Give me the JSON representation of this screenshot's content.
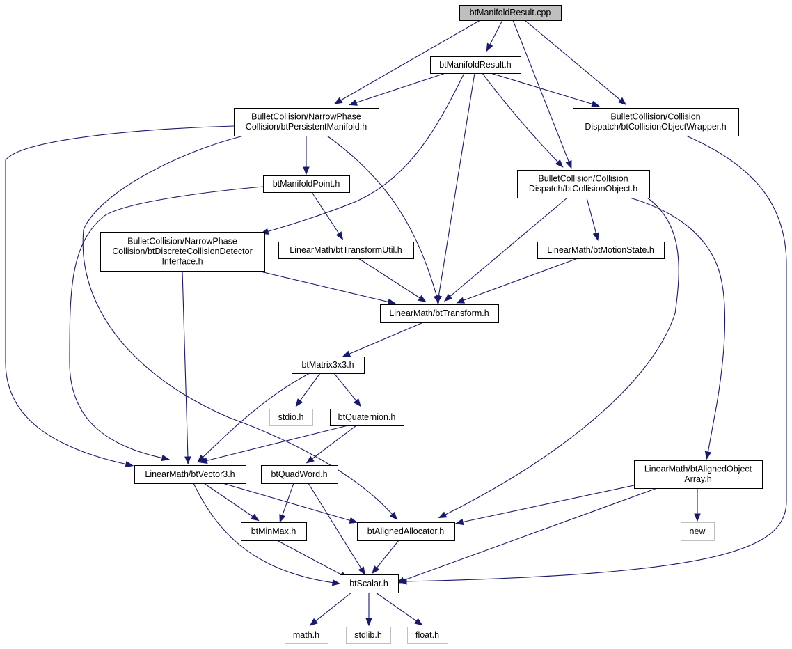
{
  "diagram": {
    "title": "",
    "edge_color": "#191970",
    "root_fill": "#bfbfbf",
    "internal_border": "#000000",
    "external_border": "#bfbfbf",
    "nodes": [
      {
        "id": "cpp",
        "lines": [
          "btManifoldResult.cpp"
        ],
        "kind": "root"
      },
      {
        "id": "mr",
        "lines": [
          "btManifoldResult.h"
        ],
        "kind": "internal"
      },
      {
        "id": "pm",
        "lines": [
          "BulletCollision/NarrowPhase",
          "Collision/btPersistentManifold.h"
        ],
        "kind": "internal"
      },
      {
        "id": "cow",
        "lines": [
          "BulletCollision/Collision",
          "Dispatch/btCollisionObjectWrapper.h"
        ],
        "kind": "internal"
      },
      {
        "id": "mp",
        "lines": [
          "btManifoldPoint.h"
        ],
        "kind": "internal"
      },
      {
        "id": "co",
        "lines": [
          "BulletCollision/Collision",
          "Dispatch/btCollisionObject.h"
        ],
        "kind": "internal"
      },
      {
        "id": "dcdi",
        "lines": [
          "BulletCollision/NarrowPhase",
          "Collision/btDiscreteCollisionDetector",
          "Interface.h"
        ],
        "kind": "internal"
      },
      {
        "id": "tu",
        "lines": [
          "LinearMath/btTransformUtil.h"
        ],
        "kind": "internal"
      },
      {
        "id": "ms",
        "lines": [
          "LinearMath/btMotionState.h"
        ],
        "kind": "internal"
      },
      {
        "id": "tr",
        "lines": [
          "LinearMath/btTransform.h"
        ],
        "kind": "internal"
      },
      {
        "id": "m33",
        "lines": [
          "btMatrix3x3.h"
        ],
        "kind": "internal"
      },
      {
        "id": "stdio",
        "lines": [
          "stdio.h"
        ],
        "kind": "external"
      },
      {
        "id": "quat",
        "lines": [
          "btQuaternion.h"
        ],
        "kind": "internal"
      },
      {
        "id": "v3",
        "lines": [
          "LinearMath/btVector3.h"
        ],
        "kind": "internal"
      },
      {
        "id": "qw",
        "lines": [
          "btQuadWord.h"
        ],
        "kind": "internal"
      },
      {
        "id": "aoa",
        "lines": [
          "LinearMath/btAlignedObject",
          "Array.h"
        ],
        "kind": "internal"
      },
      {
        "id": "minmax",
        "lines": [
          "btMinMax.h"
        ],
        "kind": "internal"
      },
      {
        "id": "aa",
        "lines": [
          "btAlignedAllocator.h"
        ],
        "kind": "internal"
      },
      {
        "id": "new",
        "lines": [
          "new"
        ],
        "kind": "external"
      },
      {
        "id": "scalar",
        "lines": [
          "btScalar.h"
        ],
        "kind": "internal"
      },
      {
        "id": "math",
        "lines": [
          "math.h"
        ],
        "kind": "external"
      },
      {
        "id": "stdlib",
        "lines": [
          "stdlib.h"
        ],
        "kind": "external"
      },
      {
        "id": "float",
        "lines": [
          "float.h"
        ],
        "kind": "external"
      }
    ],
    "edges": [
      {
        "from": "cpp",
        "to": "mr"
      },
      {
        "from": "cpp",
        "to": "pm"
      },
      {
        "from": "cpp",
        "to": "co"
      },
      {
        "from": "cpp",
        "to": "cow"
      },
      {
        "from": "mr",
        "to": "pm"
      },
      {
        "from": "mr",
        "to": "cow"
      },
      {
        "from": "mr",
        "to": "co"
      },
      {
        "from": "mr",
        "to": "dcdi"
      },
      {
        "from": "mr",
        "to": "tr"
      },
      {
        "from": "pm",
        "to": "mp"
      },
      {
        "from": "pm",
        "to": "tr"
      },
      {
        "from": "pm",
        "to": "v3"
      },
      {
        "from": "pm",
        "to": "aa"
      },
      {
        "from": "cow",
        "to": "scalar"
      },
      {
        "from": "mp",
        "to": "tu"
      },
      {
        "from": "mp",
        "to": "v3"
      },
      {
        "from": "co",
        "to": "tr"
      },
      {
        "from": "co",
        "to": "ms"
      },
      {
        "from": "co",
        "to": "aoa"
      },
      {
        "from": "co",
        "to": "aa"
      },
      {
        "from": "dcdi",
        "to": "tr"
      },
      {
        "from": "dcdi",
        "to": "v3"
      },
      {
        "from": "tu",
        "to": "tr"
      },
      {
        "from": "ms",
        "to": "tr"
      },
      {
        "from": "tr",
        "to": "m33"
      },
      {
        "from": "m33",
        "to": "stdio"
      },
      {
        "from": "m33",
        "to": "quat"
      },
      {
        "from": "m33",
        "to": "v3"
      },
      {
        "from": "quat",
        "to": "v3"
      },
      {
        "from": "quat",
        "to": "qw"
      },
      {
        "from": "v3",
        "to": "minmax"
      },
      {
        "from": "v3",
        "to": "aa"
      },
      {
        "from": "v3",
        "to": "scalar"
      },
      {
        "from": "qw",
        "to": "minmax"
      },
      {
        "from": "qw",
        "to": "scalar"
      },
      {
        "from": "aoa",
        "to": "aa"
      },
      {
        "from": "aoa",
        "to": "new"
      },
      {
        "from": "aoa",
        "to": "scalar"
      },
      {
        "from": "minmax",
        "to": "scalar"
      },
      {
        "from": "aa",
        "to": "scalar"
      },
      {
        "from": "scalar",
        "to": "math"
      },
      {
        "from": "scalar",
        "to": "stdlib"
      },
      {
        "from": "scalar",
        "to": "float"
      }
    ]
  }
}
